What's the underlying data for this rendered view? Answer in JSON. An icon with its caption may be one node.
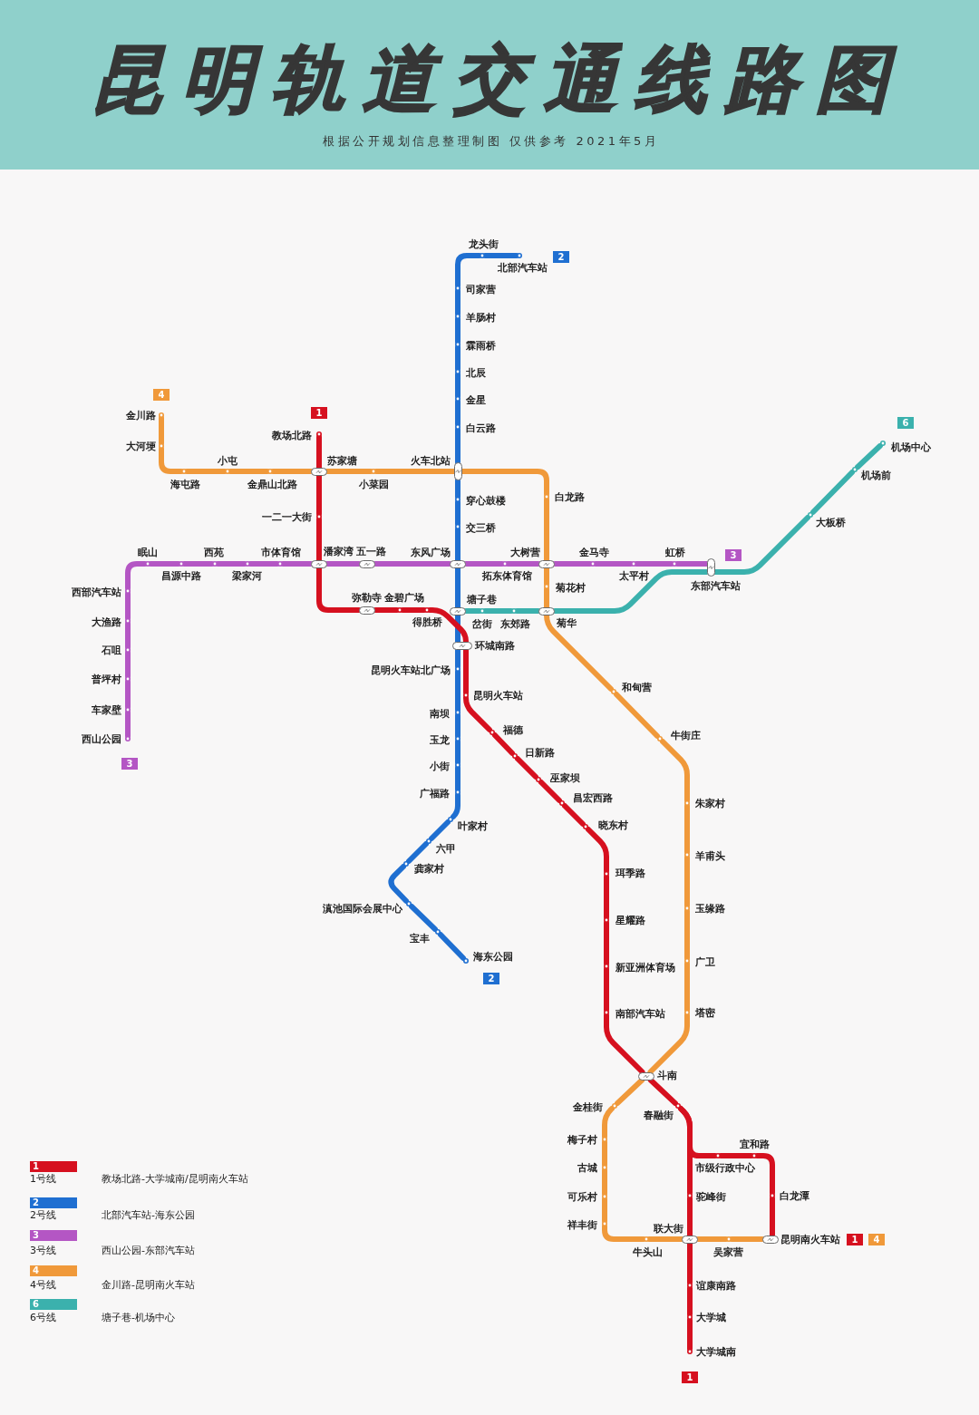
{
  "diagram": {
    "title": "昆明轨道交通线路图",
    "nodes": [
      {
        "text": [
          "龙头街"
        ]
      },
      {
        "text": [
          "北部汽车站"
        ]
      },
      {
        "text": [
          "2"
        ]
      },
      {
        "text": [
          "司家营"
        ]
      },
      {
        "text": [
          "羊肠村"
        ]
      },
      {
        "text": [
          "霖雨桥"
        ]
      },
      {
        "text": [
          "北辰"
        ]
      },
      {
        "text": [
          "金星"
        ]
      },
      {
        "text": [
          "白云路"
        ]
      },
      {
        "text": [
          "火车北站"
        ]
      },
      {
        "text": [
          "穿心鼓楼"
        ]
      },
      {
        "text": [
          "交三桥"
        ]
      },
      {
        "text": [
          "东风广场"
        ]
      },
      {
        "text": [
          "塘子巷"
        ]
      },
      {
        "text": [
          "环城南路"
        ]
      },
      {
        "text": [
          "昆明火车站北广场"
        ]
      },
      {
        "text": [
          "南坝"
        ]
      },
      {
        "text": [
          "玉龙"
        ]
      },
      {
        "text": [
          "小街"
        ]
      },
      {
        "text": [
          "广福路"
        ]
      },
      {
        "text": [
          "叶家村"
        ]
      },
      {
        "text": [
          "六甲"
        ]
      },
      {
        "text": [
          "龚家村"
        ]
      },
      {
        "text": [
          "滇池国际会展中心"
        ]
      },
      {
        "text": [
          "宝丰"
        ]
      },
      {
        "text": [
          "海东公园"
        ]
      },
      {
        "text": [
          "2"
        ]
      },
      {
        "text": [
          "1"
        ]
      },
      {
        "text": [
          "教场北路"
        ]
      },
      {
        "text": [
          "苏家塘"
        ]
      },
      {
        "text": [
          "一二一大街"
        ]
      },
      {
        "text": [
          "潘家湾"
        ]
      },
      {
        "text": [
          "弥勒寺"
        ]
      },
      {
        "text": [
          "金碧广场"
        ]
      },
      {
        "text": [
          "得胜桥"
        ]
      },
      {
        "text": [
          "昆明火车站"
        ]
      },
      {
        "text": [
          "福德"
        ]
      },
      {
        "text": [
          "日新路"
        ]
      },
      {
        "text": [
          "巫家坝"
        ]
      },
      {
        "text": [
          "昌宏西路"
        ]
      },
      {
        "text": [
          "晓东村"
        ]
      },
      {
        "text": [
          "珥季路"
        ]
      },
      {
        "text": [
          "星耀路"
        ]
      },
      {
        "text": [
          "新亚洲体育场"
        ]
      },
      {
        "text": [
          "南部汽车站"
        ]
      },
      {
        "text": [
          "斗南"
        ]
      },
      {
        "text": [
          "春融街"
        ]
      },
      {
        "text": [
          "市级行政中心"
        ]
      },
      {
        "text": [
          "宜和路"
        ]
      },
      {
        "text": [
          "白龙潭"
        ]
      },
      {
        "text": [
          "昆明南火车站"
        ]
      },
      {
        "text": [
          "1"
        ]
      },
      {
        "text": [
          "4"
        ]
      },
      {
        "text": [
          "驼峰街"
        ]
      },
      {
        "text": [
          "联大街"
        ]
      },
      {
        "text": [
          "谊康南路"
        ]
      },
      {
        "text": [
          "大学城"
        ]
      },
      {
        "text": [
          "大学城南"
        ]
      },
      {
        "text": [
          "1"
        ]
      },
      {
        "text": [
          "3"
        ]
      },
      {
        "text": [
          "西山公园"
        ]
      },
      {
        "text": [
          "车家壁"
        ]
      },
      {
        "text": [
          "普坪村"
        ]
      },
      {
        "text": [
          "石咀"
        ]
      },
      {
        "text": [
          "大渔路"
        ]
      },
      {
        "text": [
          "西部汽车站"
        ]
      },
      {
        "text": [
          "眠山"
        ]
      },
      {
        "text": [
          "昌源中路"
        ]
      },
      {
        "text": [
          "西苑"
        ]
      },
      {
        "text": [
          "梁家河"
        ]
      },
      {
        "text": [
          "市体育馆"
        ]
      },
      {
        "text": [
          "五一路"
        ]
      },
      {
        "text": [
          "拓东体育馆"
        ]
      },
      {
        "text": [
          "大树营"
        ]
      },
      {
        "text": [
          "金马寺"
        ]
      },
      {
        "text": [
          "太平村"
        ]
      },
      {
        "text": [
          "虹桥"
        ]
      },
      {
        "text": [
          "东部汽车站"
        ]
      },
      {
        "text": [
          "3"
        ]
      },
      {
        "text": [
          "4"
        ]
      },
      {
        "text": [
          "金川路"
        ]
      },
      {
        "text": [
          "大河埂"
        ]
      },
      {
        "text": [
          "海屯路"
        ]
      },
      {
        "text": [
          "小屯"
        ]
      },
      {
        "text": [
          "金鼎山北路"
        ]
      },
      {
        "text": [
          "小菜园"
        ]
      },
      {
        "text": [
          "白龙路"
        ]
      },
      {
        "text": [
          "菊花村"
        ]
      },
      {
        "text": [
          "菊华"
        ]
      },
      {
        "text": [
          "和甸营"
        ]
      },
      {
        "text": [
          "牛街庄"
        ]
      },
      {
        "text": [
          "朱家村"
        ]
      },
      {
        "text": [
          "羊甫头"
        ]
      },
      {
        "text": [
          "玉缘路"
        ]
      },
      {
        "text": [
          "广卫"
        ]
      },
      {
        "text": [
          "塔密"
        ]
      },
      {
        "text": [
          "金桂街"
        ]
      },
      {
        "text": [
          "梅子村"
        ]
      },
      {
        "text": [
          "古城"
        ]
      },
      {
        "text": [
          "可乐村"
        ]
      },
      {
        "text": [
          "祥丰街"
        ]
      },
      {
        "text": [
          "牛头山"
        ]
      },
      {
        "text": [
          "吴家营"
        ]
      },
      {
        "text": [
          "岔街"
        ]
      },
      {
        "text": [
          "东郊路"
        ]
      },
      {
        "text": [
          "大板桥"
        ]
      },
      {
        "text": [
          "机场前"
        ]
      },
      {
        "text": [
          "机场中心"
        ]
      },
      {
        "text": [
          "6"
        ]
      }
    ],
    "edges": [
      {
        "from": 0,
        "to": 1,
        "arrow": "none",
        "color": "#1f6fd1"
      },
      {
        "from": 0,
        "to": 3,
        "arrow": "none",
        "color": "#1f6fd1"
      },
      {
        "from": 3,
        "to": 4,
        "arrow": "none",
        "color": "#1f6fd1"
      },
      {
        "from": 4,
        "to": 5,
        "arrow": "none",
        "color": "#1f6fd1"
      },
      {
        "from": 5,
        "to": 6,
        "arrow": "none",
        "color": "#1f6fd1"
      },
      {
        "from": 6,
        "to": 7,
        "arrow": "none",
        "color": "#1f6fd1"
      },
      {
        "from": 7,
        "to": 8,
        "arrow": "none",
        "color": "#1f6fd1"
      },
      {
        "from": 8,
        "to": 9,
        "arrow": "none",
        "color": "#1f6fd1"
      },
      {
        "from": 9,
        "to": 10,
        "arrow": "none",
        "color": "#1f6fd1"
      },
      {
        "from": 10,
        "to": 11,
        "arrow": "none",
        "color": "#1f6fd1"
      },
      {
        "from": 11,
        "to": 12,
        "arrow": "none",
        "color": "#1f6fd1"
      },
      {
        "from": 12,
        "to": 13,
        "arrow": "none",
        "color": "#1f6fd1"
      },
      {
        "from": 13,
        "to": 14,
        "arrow": "none",
        "color": "#1f6fd1"
      },
      {
        "from": 14,
        "to": 15,
        "arrow": "none",
        "color": "#1f6fd1"
      },
      {
        "from": 15,
        "to": 16,
        "arrow": "none",
        "color": "#1f6fd1"
      },
      {
        "from": 16,
        "to": 17,
        "arrow": "none",
        "color": "#1f6fd1"
      },
      {
        "from": 17,
        "to": 18,
        "arrow": "none",
        "color": "#1f6fd1"
      },
      {
        "from": 18,
        "to": 19,
        "arrow": "none",
        "color": "#1f6fd1"
      },
      {
        "from": 19,
        "to": 20,
        "arrow": "none",
        "color": "#1f6fd1"
      },
      {
        "from": 20,
        "to": 21,
        "arrow": "none",
        "color": "#1f6fd1"
      },
      {
        "from": 21,
        "to": 22,
        "arrow": "none",
        "color": "#1f6fd1"
      },
      {
        "from": 22,
        "to": 23,
        "arrow": "none",
        "color": "#1f6fd1"
      },
      {
        "from": 23,
        "to": 24,
        "arrow": "none",
        "color": "#1f6fd1"
      },
      {
        "from": 24,
        "to": 25,
        "arrow": "none",
        "color": "#1f6fd1"
      },
      {
        "from": 28,
        "to": 29,
        "arrow": "none",
        "color": "#d6101f"
      },
      {
        "from": 29,
        "to": 30,
        "arrow": "none",
        "color": "#d6101f"
      },
      {
        "from": 30,
        "to": 31,
        "arrow": "none",
        "color": "#d6101f"
      },
      {
        "from": 31,
        "to": 32,
        "arrow": "none",
        "color": "#d6101f"
      },
      {
        "from": 32,
        "to": 33,
        "arrow": "none",
        "color": "#d6101f"
      },
      {
        "from": 33,
        "to": 34,
        "arrow": "none",
        "color": "#d6101f"
      },
      {
        "from": 34,
        "to": 14,
        "arrow": "none",
        "color": "#d6101f"
      },
      {
        "from": 14,
        "to": 35,
        "arrow": "none",
        "color": "#d6101f"
      },
      {
        "from": 35,
        "to": 36,
        "arrow": "none",
        "color": "#d6101f"
      },
      {
        "from": 36,
        "to": 37,
        "arrow": "none",
        "color": "#d6101f"
      },
      {
        "from": 37,
        "to": 38,
        "arrow": "none",
        "color": "#d6101f"
      },
      {
        "from": 38,
        "to": 39,
        "arrow": "none",
        "color": "#d6101f"
      },
      {
        "from": 39,
        "to": 40,
        "arrow": "none",
        "color": "#d6101f"
      },
      {
        "from": 40,
        "to": 41,
        "arrow": "none",
        "color": "#d6101f"
      },
      {
        "from": 41,
        "to": 42,
        "arrow": "none",
        "color": "#d6101f"
      },
      {
        "from": 42,
        "to": 43,
        "arrow": "none",
        "color": "#d6101f"
      },
      {
        "from": 43,
        "to": 44,
        "arrow": "none",
        "color": "#d6101f"
      },
      {
        "from": 44,
        "to": 45,
        "arrow": "none",
        "color": "#d6101f"
      },
      {
        "from": 45,
        "to": 46,
        "arrow": "none",
        "color": "#d6101f"
      },
      {
        "from": 46,
        "to": 53,
        "arrow": "none",
        "color": "#d6101f"
      },
      {
        "from": 53,
        "to": 54,
        "arrow": "none",
        "color": "#d6101f"
      },
      {
        "from": 54,
        "to": 55,
        "arrow": "none",
        "color": "#d6101f"
      },
      {
        "from": 55,
        "to": 56,
        "arrow": "none",
        "color": "#d6101f"
      },
      {
        "from": 56,
        "to": 57,
        "arrow": "none",
        "color": "#d6101f"
      },
      {
        "from": 46,
        "to": 47,
        "arrow": "none",
        "color": "#d6101f"
      },
      {
        "from": 47,
        "to": 48,
        "arrow": "none",
        "color": "#d6101f"
      },
      {
        "from": 48,
        "to": 49,
        "arrow": "none",
        "color": "#d6101f"
      },
      {
        "from": 49,
        "to": 50,
        "arrow": "none",
        "color": "#d6101f"
      },
      {
        "from": 60,
        "to": 61,
        "arrow": "none",
        "color": "#b456c4"
      },
      {
        "from": 61,
        "to": 62,
        "arrow": "none",
        "color": "#b456c4"
      },
      {
        "from": 62,
        "to": 63,
        "arrow": "none",
        "color": "#b456c4"
      },
      {
        "from": 63,
        "to": 64,
        "arrow": "none",
        "color": "#b456c4"
      },
      {
        "from": 64,
        "to": 65,
        "arrow": "none",
        "color": "#b456c4"
      },
      {
        "from": 65,
        "to": 66,
        "arrow": "none",
        "color": "#b456c4"
      },
      {
        "from": 66,
        "to": 67,
        "arrow": "none",
        "color": "#b456c4"
      },
      {
        "from": 67,
        "to": 68,
        "arrow": "none",
        "color": "#b456c4"
      },
      {
        "from": 68,
        "to": 69,
        "arrow": "none",
        "color": "#b456c4"
      },
      {
        "from": 69,
        "to": 70,
        "arrow": "none",
        "color": "#b456c4"
      },
      {
        "from": 70,
        "to": 31,
        "arrow": "none",
        "color": "#b456c4"
      },
      {
        "from": 31,
        "to": 71,
        "arrow": "none",
        "color": "#b456c4"
      },
      {
        "from": 71,
        "to": 12,
        "arrow": "none",
        "color": "#b456c4"
      },
      {
        "from": 12,
        "to": 72,
        "arrow": "none",
        "color": "#b456c4"
      },
      {
        "from": 72,
        "to": 73,
        "arrow": "none",
        "color": "#b456c4"
      },
      {
        "from": 73,
        "to": 74,
        "arrow": "none",
        "color": "#b456c4"
      },
      {
        "from": 74,
        "to": 75,
        "arrow": "none",
        "color": "#b456c4"
      },
      {
        "from": 75,
        "to": 76,
        "arrow": "none",
        "color": "#b456c4"
      },
      {
        "from": 76,
        "to": 77,
        "arrow": "none",
        "color": "#b456c4"
      },
      {
        "from": 80,
        "to": 81,
        "arrow": "none",
        "color": "#f0993a"
      },
      {
        "from": 81,
        "to": 82,
        "arrow": "none",
        "color": "#f0993a"
      },
      {
        "from": 82,
        "to": 83,
        "arrow": "none",
        "color": "#f0993a"
      },
      {
        "from": 83,
        "to": 84,
        "arrow": "none",
        "color": "#f0993a"
      },
      {
        "from": 84,
        "to": 29,
        "arrow": "none",
        "color": "#f0993a"
      },
      {
        "from": 29,
        "to": 85,
        "arrow": "none",
        "color": "#f0993a"
      },
      {
        "from": 85,
        "to": 9,
        "arrow": "none",
        "color": "#f0993a"
      },
      {
        "from": 9,
        "to": 86,
        "arrow": "none",
        "color": "#f0993a"
      },
      {
        "from": 86,
        "to": 73,
        "arrow": "none",
        "color": "#f0993a"
      },
      {
        "from": 73,
        "to": 87,
        "arrow": "none",
        "color": "#f0993a"
      },
      {
        "from": 87,
        "to": 88,
        "arrow": "none",
        "color": "#f0993a"
      },
      {
        "from": 88,
        "to": 89,
        "arrow": "none",
        "color": "#f0993a"
      },
      {
        "from": 89,
        "to": 90,
        "arrow": "none",
        "color": "#f0993a"
      },
      {
        "from": 90,
        "to": 91,
        "arrow": "none",
        "color": "#f0993a"
      },
      {
        "from": 91,
        "to": 92,
        "arrow": "none",
        "color": "#f0993a"
      },
      {
        "from": 92,
        "to": 93,
        "arrow": "none",
        "color": "#f0993a"
      },
      {
        "from": 93,
        "to": 94,
        "arrow": "none",
        "color": "#f0993a"
      },
      {
        "from": 94,
        "to": 95,
        "arrow": "none",
        "color": "#f0993a"
      },
      {
        "from": 95,
        "to": 45,
        "arrow": "none",
        "color": "#f0993a"
      },
      {
        "from": 45,
        "to": 96,
        "arrow": "none",
        "color": "#f0993a"
      },
      {
        "from": 96,
        "to": 97,
        "arrow": "none",
        "color": "#f0993a"
      },
      {
        "from": 97,
        "to": 98,
        "arrow": "none",
        "color": "#f0993a"
      },
      {
        "from": 98,
        "to": 99,
        "arrow": "none",
        "color": "#f0993a"
      },
      {
        "from": 99,
        "to": 100,
        "arrow": "none",
        "color": "#f0993a"
      },
      {
        "from": 100,
        "to": 101,
        "arrow": "none",
        "color": "#f0993a"
      },
      {
        "from": 101,
        "to": 54,
        "arrow": "none",
        "color": "#f0993a"
      },
      {
        "from": 54,
        "to": 102,
        "arrow": "none",
        "color": "#f0993a"
      },
      {
        "from": 102,
        "to": 50,
        "arrow": "none",
        "color": "#f0993a"
      },
      {
        "from": 13,
        "to": 103,
        "arrow": "none",
        "color": "#3bb1ad"
      },
      {
        "from": 103,
        "to": 104,
        "arrow": "none",
        "color": "#3bb1ad"
      },
      {
        "from": 104,
        "to": 88,
        "arrow": "none",
        "color": "#3bb1ad"
      },
      {
        "from": 88,
        "to": 77,
        "arrow": "none",
        "color": "#3bb1ad"
      },
      {
        "from": 77,
        "to": 105,
        "arrow": "none",
        "color": "#3bb1ad"
      },
      {
        "from": 105,
        "to": 106,
        "arrow": "none",
        "color": "#3bb1ad"
      },
      {
        "from": 106,
        "to": 107,
        "arrow": "none",
        "color": "#3bb1ad"
      }
    ],
    "labels": [
      "根据公开规划信息整理制图 仅供参考 2021年5月",
      "1",
      "教场北路-大学城南/昆明南火车站",
      "2",
      "北部汽车站-海东公园",
      "3",
      "西山公园-东部汽车站",
      "4",
      "金川路-昆明南火车站",
      "6",
      "塘子巷-机场中心"
    ],
    "legend": [
      {
        "text": "1号线",
        "color": "#d6101f"
      },
      {
        "text": "2号线",
        "color": "#1f6fd1"
      },
      {
        "text": "3号线",
        "color": "#b456c4"
      },
      {
        "text": "4号线",
        "color": "#f0993a"
      },
      {
        "text": "6号线",
        "color": "#3bb1ad"
      }
    ]
  }
}
